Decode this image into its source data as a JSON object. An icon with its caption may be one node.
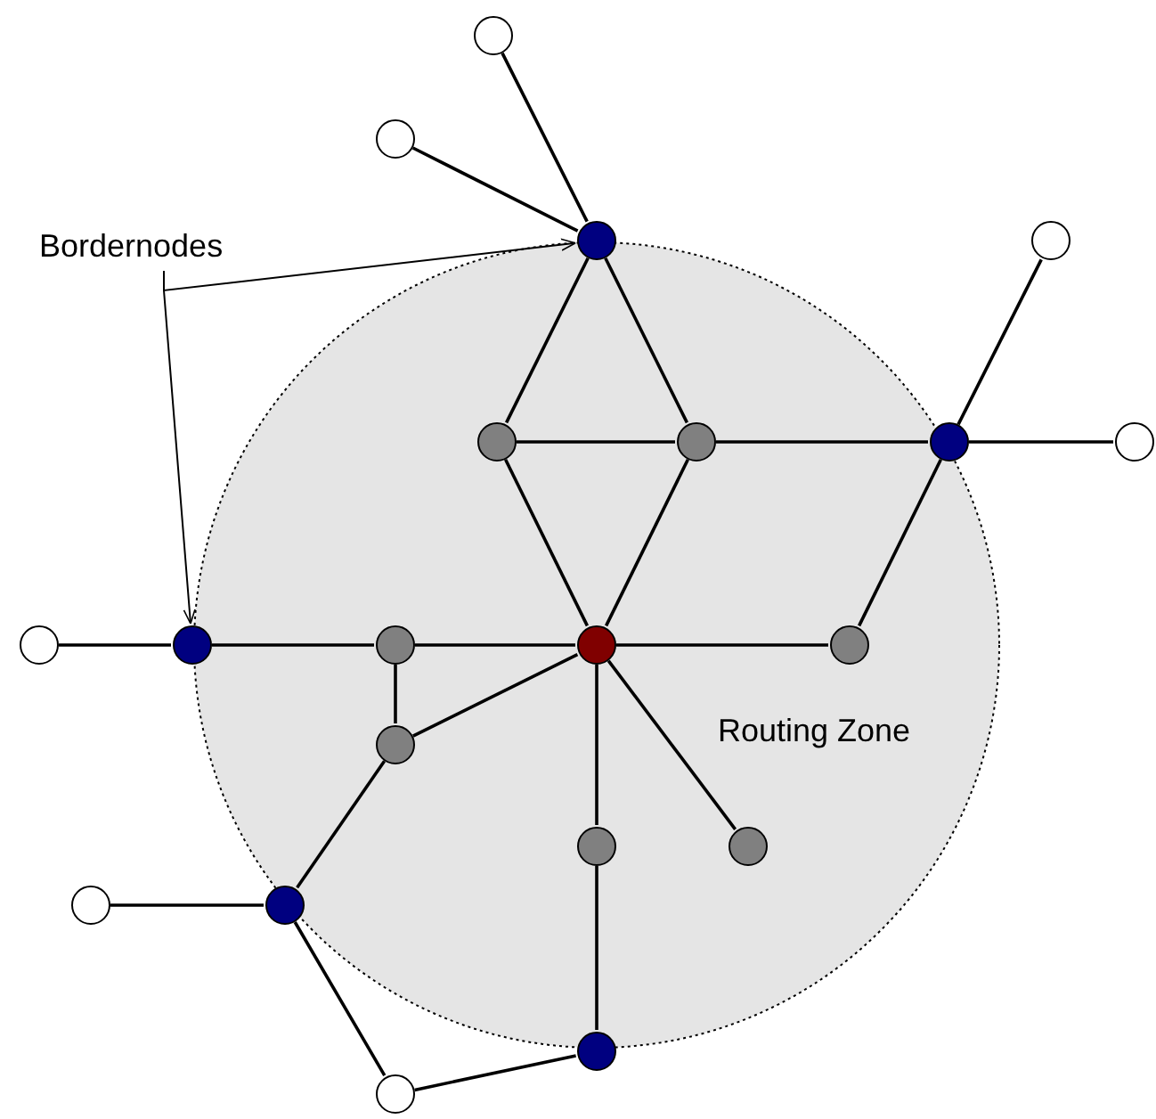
{
  "diagram": {
    "nodes": [
      {
        "text": [
          "Routing Zone"
        ]
      },
      {
        "text": [
          "Bordernodes"
        ]
      },
      {
        "text": [],
        "shape": "circle"
      },
      {
        "text": [],
        "shape": "circle"
      },
      {
        "text": [],
        "shape": "circle"
      },
      {
        "text": [],
        "shape": "circle"
      },
      {
        "text": [],
        "shape": "circle",
        "in": 0
      },
      {
        "text": [],
        "shape": "circle",
        "in": 0
      },
      {
        "text": [],
        "shape": "circle"
      },
      {
        "text": [],
        "shape": "circle"
      },
      {
        "text": [],
        "shape": "circle"
      },
      {
        "text": [],
        "shape": "circle"
      },
      {
        "text": [],
        "shape": "circle",
        "in": 0
      },
      {
        "text": [],
        "shape": "circle",
        "in": 0
      },
      {
        "text": [],
        "shape": "circle",
        "in": 0
      },
      {
        "text": [],
        "shape": "circle",
        "in": 0
      },
      {
        "text": [],
        "shape": "circle",
        "in": 0
      },
      {
        "text": [],
        "shape": "circle",
        "in": 0
      },
      {
        "text": [],
        "shape": "circle"
      },
      {
        "text": [],
        "shape": "circle"
      },
      {
        "text": [],
        "shape": "circle"
      },
      {
        "text": [],
        "shape": "circle"
      }
    ],
    "edges": [
      {
        "from": 2,
        "to": 4,
        "arrow": "none"
      },
      {
        "from": 3,
        "to": 4,
        "arrow": "none"
      },
      {
        "from": 4,
        "to": 6,
        "arrow": "none"
      },
      {
        "from": 4,
        "to": 7,
        "arrow": "none"
      },
      {
        "from": 6,
        "to": 7,
        "arrow": "none"
      },
      {
        "from": 7,
        "to": 8,
        "arrow": "none"
      },
      {
        "from": 8,
        "to": 5,
        "arrow": "none"
      },
      {
        "from": 8,
        "to": 9,
        "arrow": "none"
      },
      {
        "from": 8,
        "to": 14,
        "arrow": "none"
      },
      {
        "from": 6,
        "to": 13,
        "arrow": "none"
      },
      {
        "from": 7,
        "to": 13,
        "arrow": "none"
      },
      {
        "from": 10,
        "to": 11,
        "arrow": "none"
      },
      {
        "from": 11,
        "to": 12,
        "arrow": "none"
      },
      {
        "from": 12,
        "to": 13,
        "arrow": "none"
      },
      {
        "from": 13,
        "to": 14,
        "arrow": "none"
      },
      {
        "from": 12,
        "to": 15,
        "arrow": "none"
      },
      {
        "from": 15,
        "to": 13,
        "arrow": "none"
      },
      {
        "from": 15,
        "to": 19,
        "arrow": "none"
      },
      {
        "from": 13,
        "to": 16,
        "arrow": "none"
      },
      {
        "from": 13,
        "to": 17,
        "arrow": "none"
      },
      {
        "from": 16,
        "to": 21,
        "arrow": "none"
      },
      {
        "from": 18,
        "to": 19,
        "arrow": "none"
      },
      {
        "from": 19,
        "to": 20,
        "arrow": "none"
      },
      {
        "from": 20,
        "to": 21,
        "arrow": "none"
      },
      {
        "from": 1,
        "to": 4,
        "arrow": "to"
      },
      {
        "from": 1,
        "to": 11,
        "arrow": "to"
      }
    ]
  }
}
